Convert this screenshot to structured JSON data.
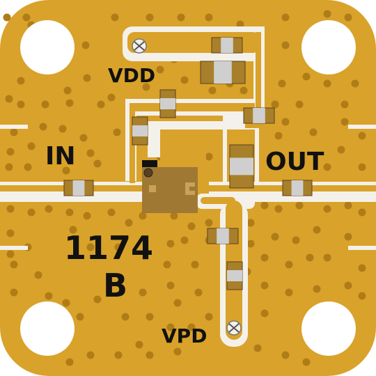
{
  "labels": {
    "vdd": "VDD",
    "in": "IN",
    "out": "OUT",
    "part_number": "1174",
    "part_revision": "B",
    "vpd": "VPD"
  },
  "colors": {
    "gold": "#d9a22a",
    "via": "#b07c18",
    "trace_clearance": "#f4f1ea",
    "hole": "#ffffff",
    "component_pad": "#d6a43a",
    "component_body": "#a87f2a",
    "component_band": "#cfcfcf",
    "ic_body": "#9a7434",
    "silkscreen": "#111111"
  },
  "icons": [
    "mounting-hole-icon",
    "via-icon",
    "capacitor-icon",
    "ic-chip-icon",
    "pin1-dot-icon"
  ]
}
